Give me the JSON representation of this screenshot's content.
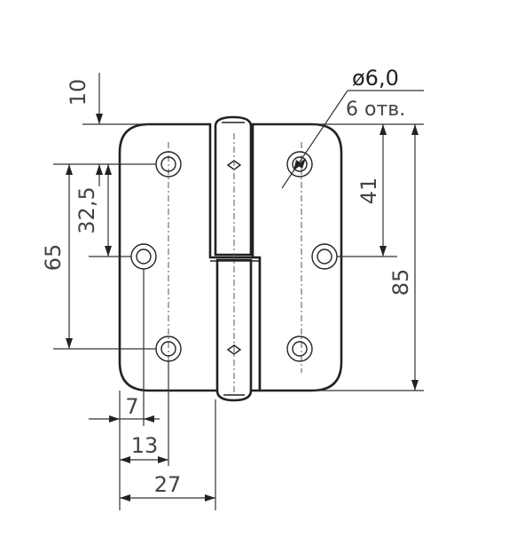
{
  "dimensions": {
    "top_offset": "10",
    "half_spacing": "32,5",
    "hole_spacing": "65",
    "pin_to_hole": "41",
    "height": "85",
    "edge_to_hole": "7",
    "edge_to_center": "13",
    "leaf_width": "27"
  },
  "hole_callout": {
    "diameter": "ø6,0",
    "count": "6 отв."
  },
  "colors": {
    "line": "#222222",
    "text": "#444444",
    "background": "#ffffff"
  }
}
